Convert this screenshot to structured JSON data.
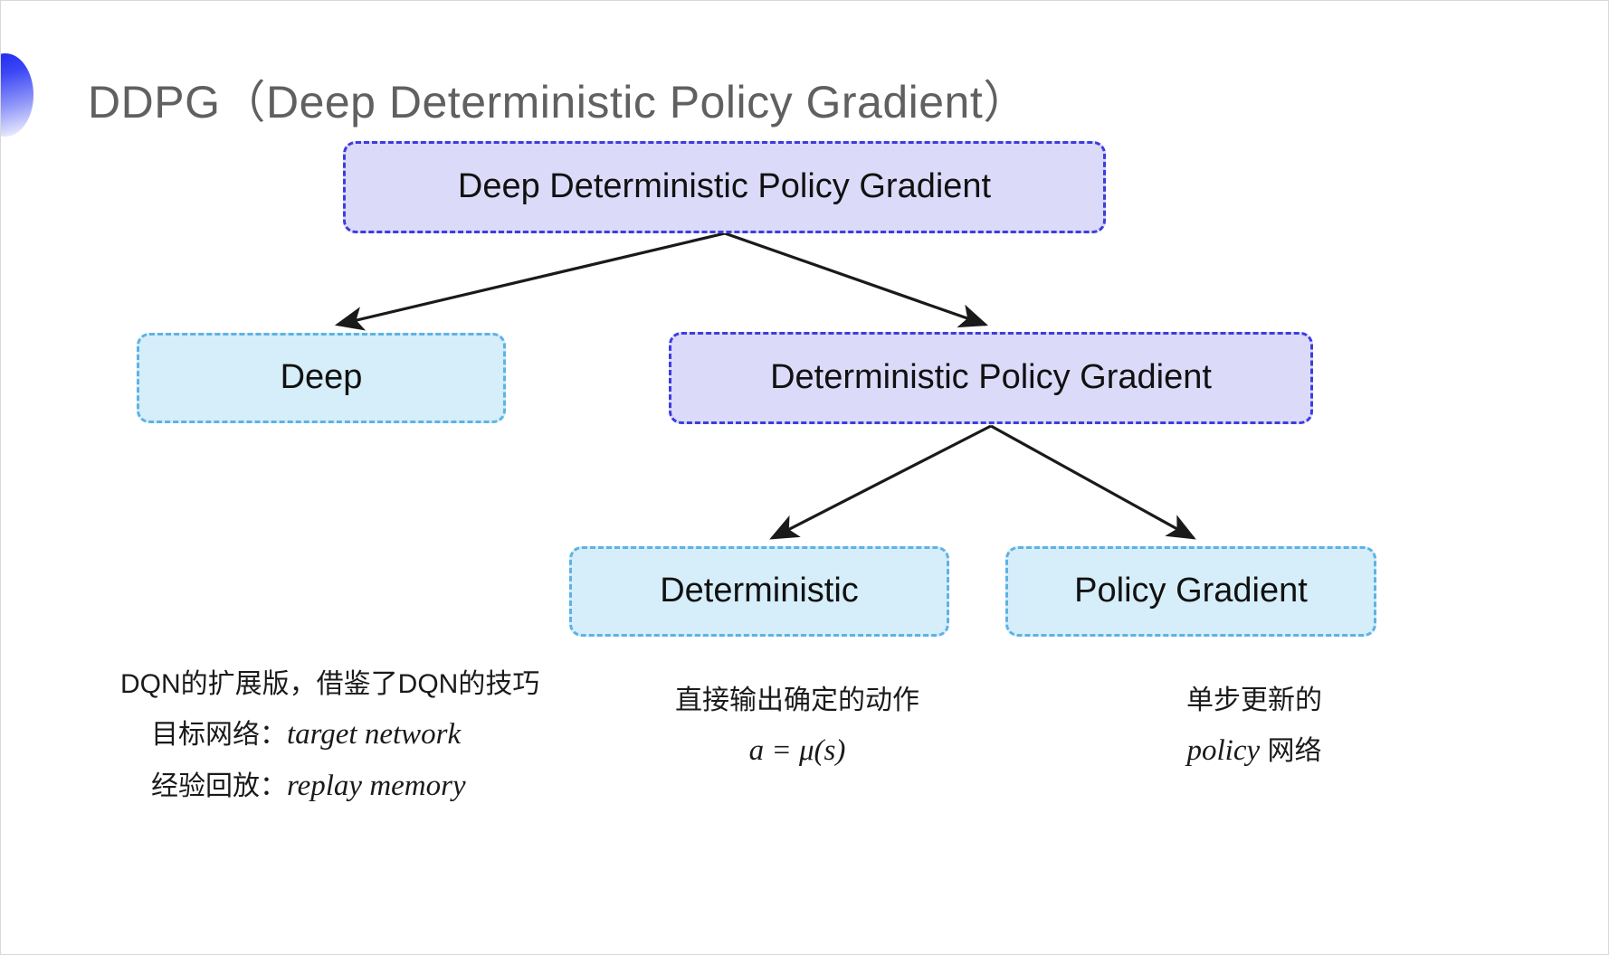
{
  "slide": {
    "title": "DDPG（Deep Deterministic Policy Gradient）",
    "title_color": "#606060",
    "background": "#ffffff",
    "accent_icon": "gradient-circle-accent",
    "accent_color_start": "#1a25f0",
    "accent_color_end": "#ffffff"
  },
  "colors": {
    "purple_fill": "#dcdaf9",
    "purple_border": "#3c3ce0",
    "blue_fill": "#d6edfa",
    "blue_border": "#5cb3e4",
    "arrow": "#1a1a1a"
  },
  "diagram": {
    "type": "tree",
    "nodes": [
      {
        "id": "root",
        "label": "Deep Deterministic Policy Gradient",
        "style": "purple"
      },
      {
        "id": "deep",
        "label": "Deep",
        "style": "blue"
      },
      {
        "id": "dpg",
        "label": "Deterministic Policy Gradient",
        "style": "purple"
      },
      {
        "id": "deterministic",
        "label": "Deterministic",
        "style": "blue"
      },
      {
        "id": "policy_gradient",
        "label": "Policy Gradient",
        "style": "blue"
      }
    ],
    "edges": [
      {
        "from": "root",
        "to": "deep"
      },
      {
        "from": "root",
        "to": "dpg"
      },
      {
        "from": "dpg",
        "to": "deterministic"
      },
      {
        "from": "dpg",
        "to": "policy_gradient"
      }
    ]
  },
  "notes": {
    "deep": {
      "line1": "DQN的扩展版，借鉴了DQN的技巧",
      "line2_label": "目标网络：",
      "line2_term": "target network",
      "line3_label": "经验回放：",
      "line3_term": "replay memory"
    },
    "deterministic": {
      "line1": "直接输出确定的动作",
      "formula": "a = μ(s)"
    },
    "policy_gradient": {
      "line1": "单步更新的",
      "line2_term": "policy",
      "line2_suffix": " 网络"
    }
  }
}
